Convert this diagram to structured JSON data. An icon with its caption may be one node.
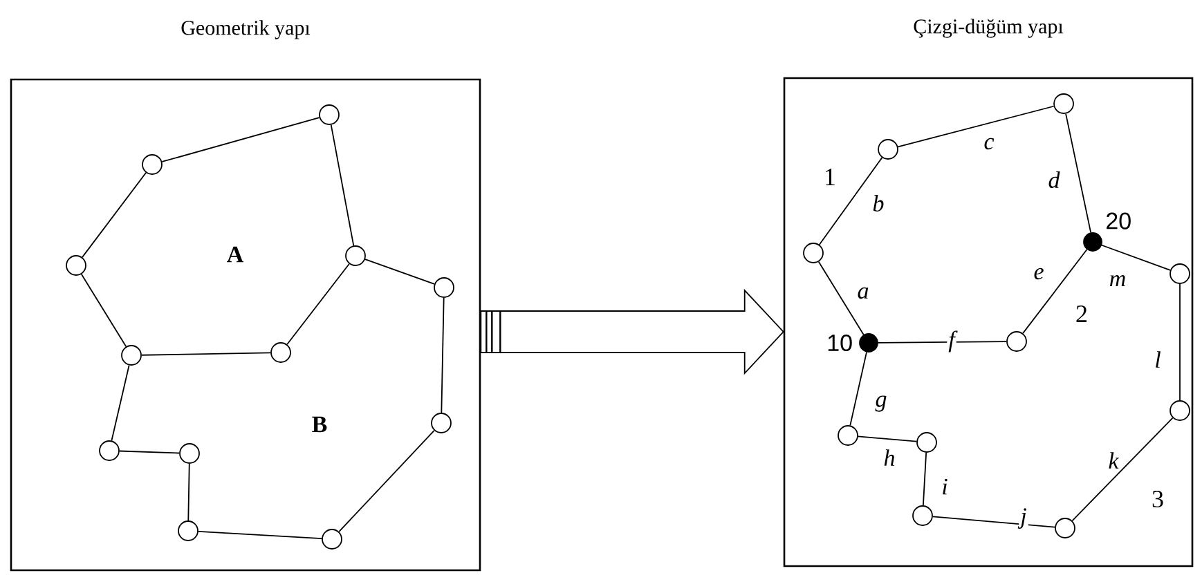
{
  "diagram": {
    "nodes": [
      {
        "text": [
          "Geometrik yapı"
        ]
      },
      {
        "text": [],
        "shape": "circle",
        "in": 0
      },
      {
        "text": [],
        "shape": "circle",
        "in": 0
      },
      {
        "text": [],
        "shape": "circle",
        "in": 0
      },
      {
        "text": [],
        "shape": "circle",
        "in": 0
      },
      {
        "text": [],
        "shape": "circle",
        "in": 0
      },
      {
        "text": [],
        "shape": "circle",
        "in": 0
      },
      {
        "text": [],
        "shape": "circle",
        "in": 0
      },
      {
        "text": [],
        "shape": "circle",
        "in": 0
      },
      {
        "text": [],
        "shape": "circle",
        "in": 0
      },
      {
        "text": [],
        "shape": "circle",
        "in": 0
      },
      {
        "text": [],
        "shape": "circle",
        "in": 0
      },
      {
        "text": [],
        "shape": "circle",
        "in": 0
      },
      {
        "text": [
          "Çizgi-düğüm yapı"
        ]
      },
      {
        "text": [],
        "shape": "circle",
        "in": 13
      },
      {
        "text": [],
        "shape": "circle",
        "in": 13
      },
      {
        "text": [],
        "shape": "circle",
        "in": 13
      },
      {
        "text": [],
        "shape": "dot",
        "in": 13,
        "beside": [
          "20"
        ]
      },
      {
        "text": [],
        "shape": "circle",
        "in": 13
      },
      {
        "text": [],
        "shape": "dot",
        "in": 13,
        "beside": [
          "10"
        ]
      },
      {
        "text": [],
        "shape": "circle",
        "in": 13
      },
      {
        "text": [],
        "shape": "circle",
        "in": 13
      },
      {
        "text": [],
        "shape": "circle",
        "in": 13
      },
      {
        "text": [],
        "shape": "circle",
        "in": 13
      },
      {
        "text": [],
        "shape": "circle",
        "in": 13
      },
      {
        "text": [],
        "shape": "circle",
        "in": 13
      }
    ],
    "edges": [
      {
        "from": 2,
        "to": 1,
        "arrow": "none"
      },
      {
        "from": 1,
        "to": 4,
        "arrow": "none"
      },
      {
        "from": 3,
        "to": 2,
        "arrow": "none"
      },
      {
        "from": 3,
        "to": 6,
        "arrow": "none"
      },
      {
        "from": 6,
        "to": 7,
        "arrow": "none"
      },
      {
        "from": 7,
        "to": 4,
        "arrow": "none"
      },
      {
        "from": 4,
        "to": 5,
        "arrow": "none"
      },
      {
        "from": 5,
        "to": 8,
        "arrow": "none"
      },
      {
        "from": 8,
        "to": 12,
        "arrow": "none"
      },
      {
        "from": 12,
        "to": 11,
        "arrow": "none"
      },
      {
        "from": 11,
        "to": 10,
        "arrow": "none"
      },
      {
        "from": 10,
        "to": 9,
        "arrow": "none"
      },
      {
        "from": 9,
        "to": 6,
        "arrow": "none"
      },
      {
        "from": 0,
        "to": 13,
        "arrow": "to",
        "style": "thick"
      },
      {
        "from": 16,
        "to": 19,
        "arrow": "none",
        "label": "a"
      },
      {
        "from": 16,
        "to": 15,
        "arrow": "none",
        "label": "b"
      },
      {
        "from": 15,
        "to": 14,
        "arrow": "none",
        "label": "c"
      },
      {
        "from": 14,
        "to": 17,
        "arrow": "none",
        "label": "d"
      },
      {
        "from": 17,
        "to": 20,
        "arrow": "none",
        "label": "e"
      },
      {
        "from": 19,
        "to": 20,
        "arrow": "none",
        "label": "f"
      },
      {
        "from": 19,
        "to": 22,
        "arrow": "none",
        "label": "g"
      },
      {
        "from": 22,
        "to": 23,
        "arrow": "none",
        "label": "h"
      },
      {
        "from": 23,
        "to": 24,
        "arrow": "none",
        "label": "i"
      },
      {
        "from": 24,
        "to": 25,
        "arrow": "none",
        "label": "j"
      },
      {
        "from": 25,
        "to": 21,
        "arrow": "none",
        "label": "k"
      },
      {
        "from": 21,
        "to": 18,
        "arrow": "none",
        "label": "l"
      },
      {
        "from": 17,
        "to": 18,
        "arrow": "none",
        "label": "m"
      }
    ],
    "labels": [
      "A",
      "B",
      "1",
      "2",
      "3"
    ]
  }
}
